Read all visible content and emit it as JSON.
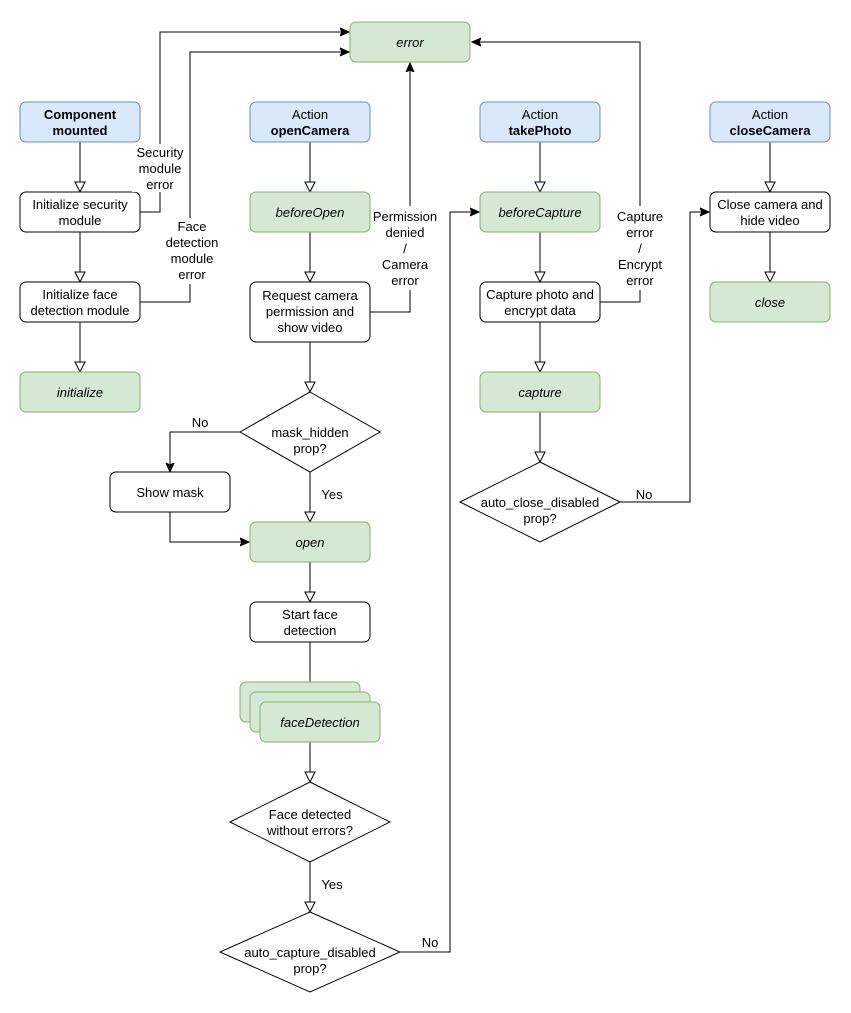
{
  "colors": {
    "blue_fill": "#dae8fc",
    "blue_stroke": "#6c8ebf",
    "green_fill": "#d5e8d4",
    "green_stroke": "#82b366",
    "plain_fill": "#ffffff",
    "plain_stroke": "#000000"
  },
  "nodes": {
    "error": {
      "line1": "error"
    },
    "component_mounted": {
      "line1": "Component",
      "line2": "mounted"
    },
    "init_security": {
      "line1": "Initialize security",
      "line2": "module"
    },
    "init_face": {
      "line1": "Initialize face",
      "line2": "detection module"
    },
    "initialize": {
      "line1": "initialize"
    },
    "action_open": {
      "line1": "Action",
      "line2": "openCamera"
    },
    "before_open": {
      "line1": "beforeOpen"
    },
    "request_camera": {
      "line1": "Request camera",
      "line2": "permission and",
      "line3": "show video"
    },
    "mask_hidden": {
      "line1": "mask_hidden",
      "line2": "prop?"
    },
    "show_mask": {
      "line1": "Show mask"
    },
    "open": {
      "line1": "open"
    },
    "start_face": {
      "line1": "Start face",
      "line2": "detection"
    },
    "face_detection": {
      "line1": "faceDetection"
    },
    "face_detected": {
      "line1": "Face detected",
      "line2": "without errors?"
    },
    "auto_capture": {
      "line1": "auto_capture_disabled",
      "line2": "prop?"
    },
    "action_photo": {
      "line1": "Action",
      "line2": "takePhoto"
    },
    "before_capture": {
      "line1": "beforeCapture"
    },
    "capture_photo": {
      "line1": "Capture photo and",
      "line2": "encrypt data"
    },
    "capture": {
      "line1": "capture"
    },
    "auto_close": {
      "line1": "auto_close_disabled",
      "line2": "prop?"
    },
    "action_close": {
      "line1": "Action",
      "line2": "closeCamera"
    },
    "close_camera": {
      "line1": "Close camera and",
      "line2": "hide video"
    },
    "close": {
      "line1": "close"
    }
  },
  "edge_labels": {
    "security_error": {
      "line1": "Security",
      "line2": "module",
      "line3": "error"
    },
    "face_module_error": {
      "line1": "Face",
      "line2": "detection",
      "line3": "module",
      "line4": "error"
    },
    "permission_error": {
      "line1": "Permission",
      "line2": "denied",
      "line3": "/",
      "line4": "Camera",
      "line5": "error"
    },
    "capture_error": {
      "line1": "Capture",
      "line2": "error",
      "line3": "/",
      "line4": "Encrypt",
      "line5": "error"
    },
    "mask_no": "No",
    "mask_yes": "Yes",
    "face_yes": "Yes",
    "auto_capture_no": "No",
    "auto_close_no": "No"
  }
}
